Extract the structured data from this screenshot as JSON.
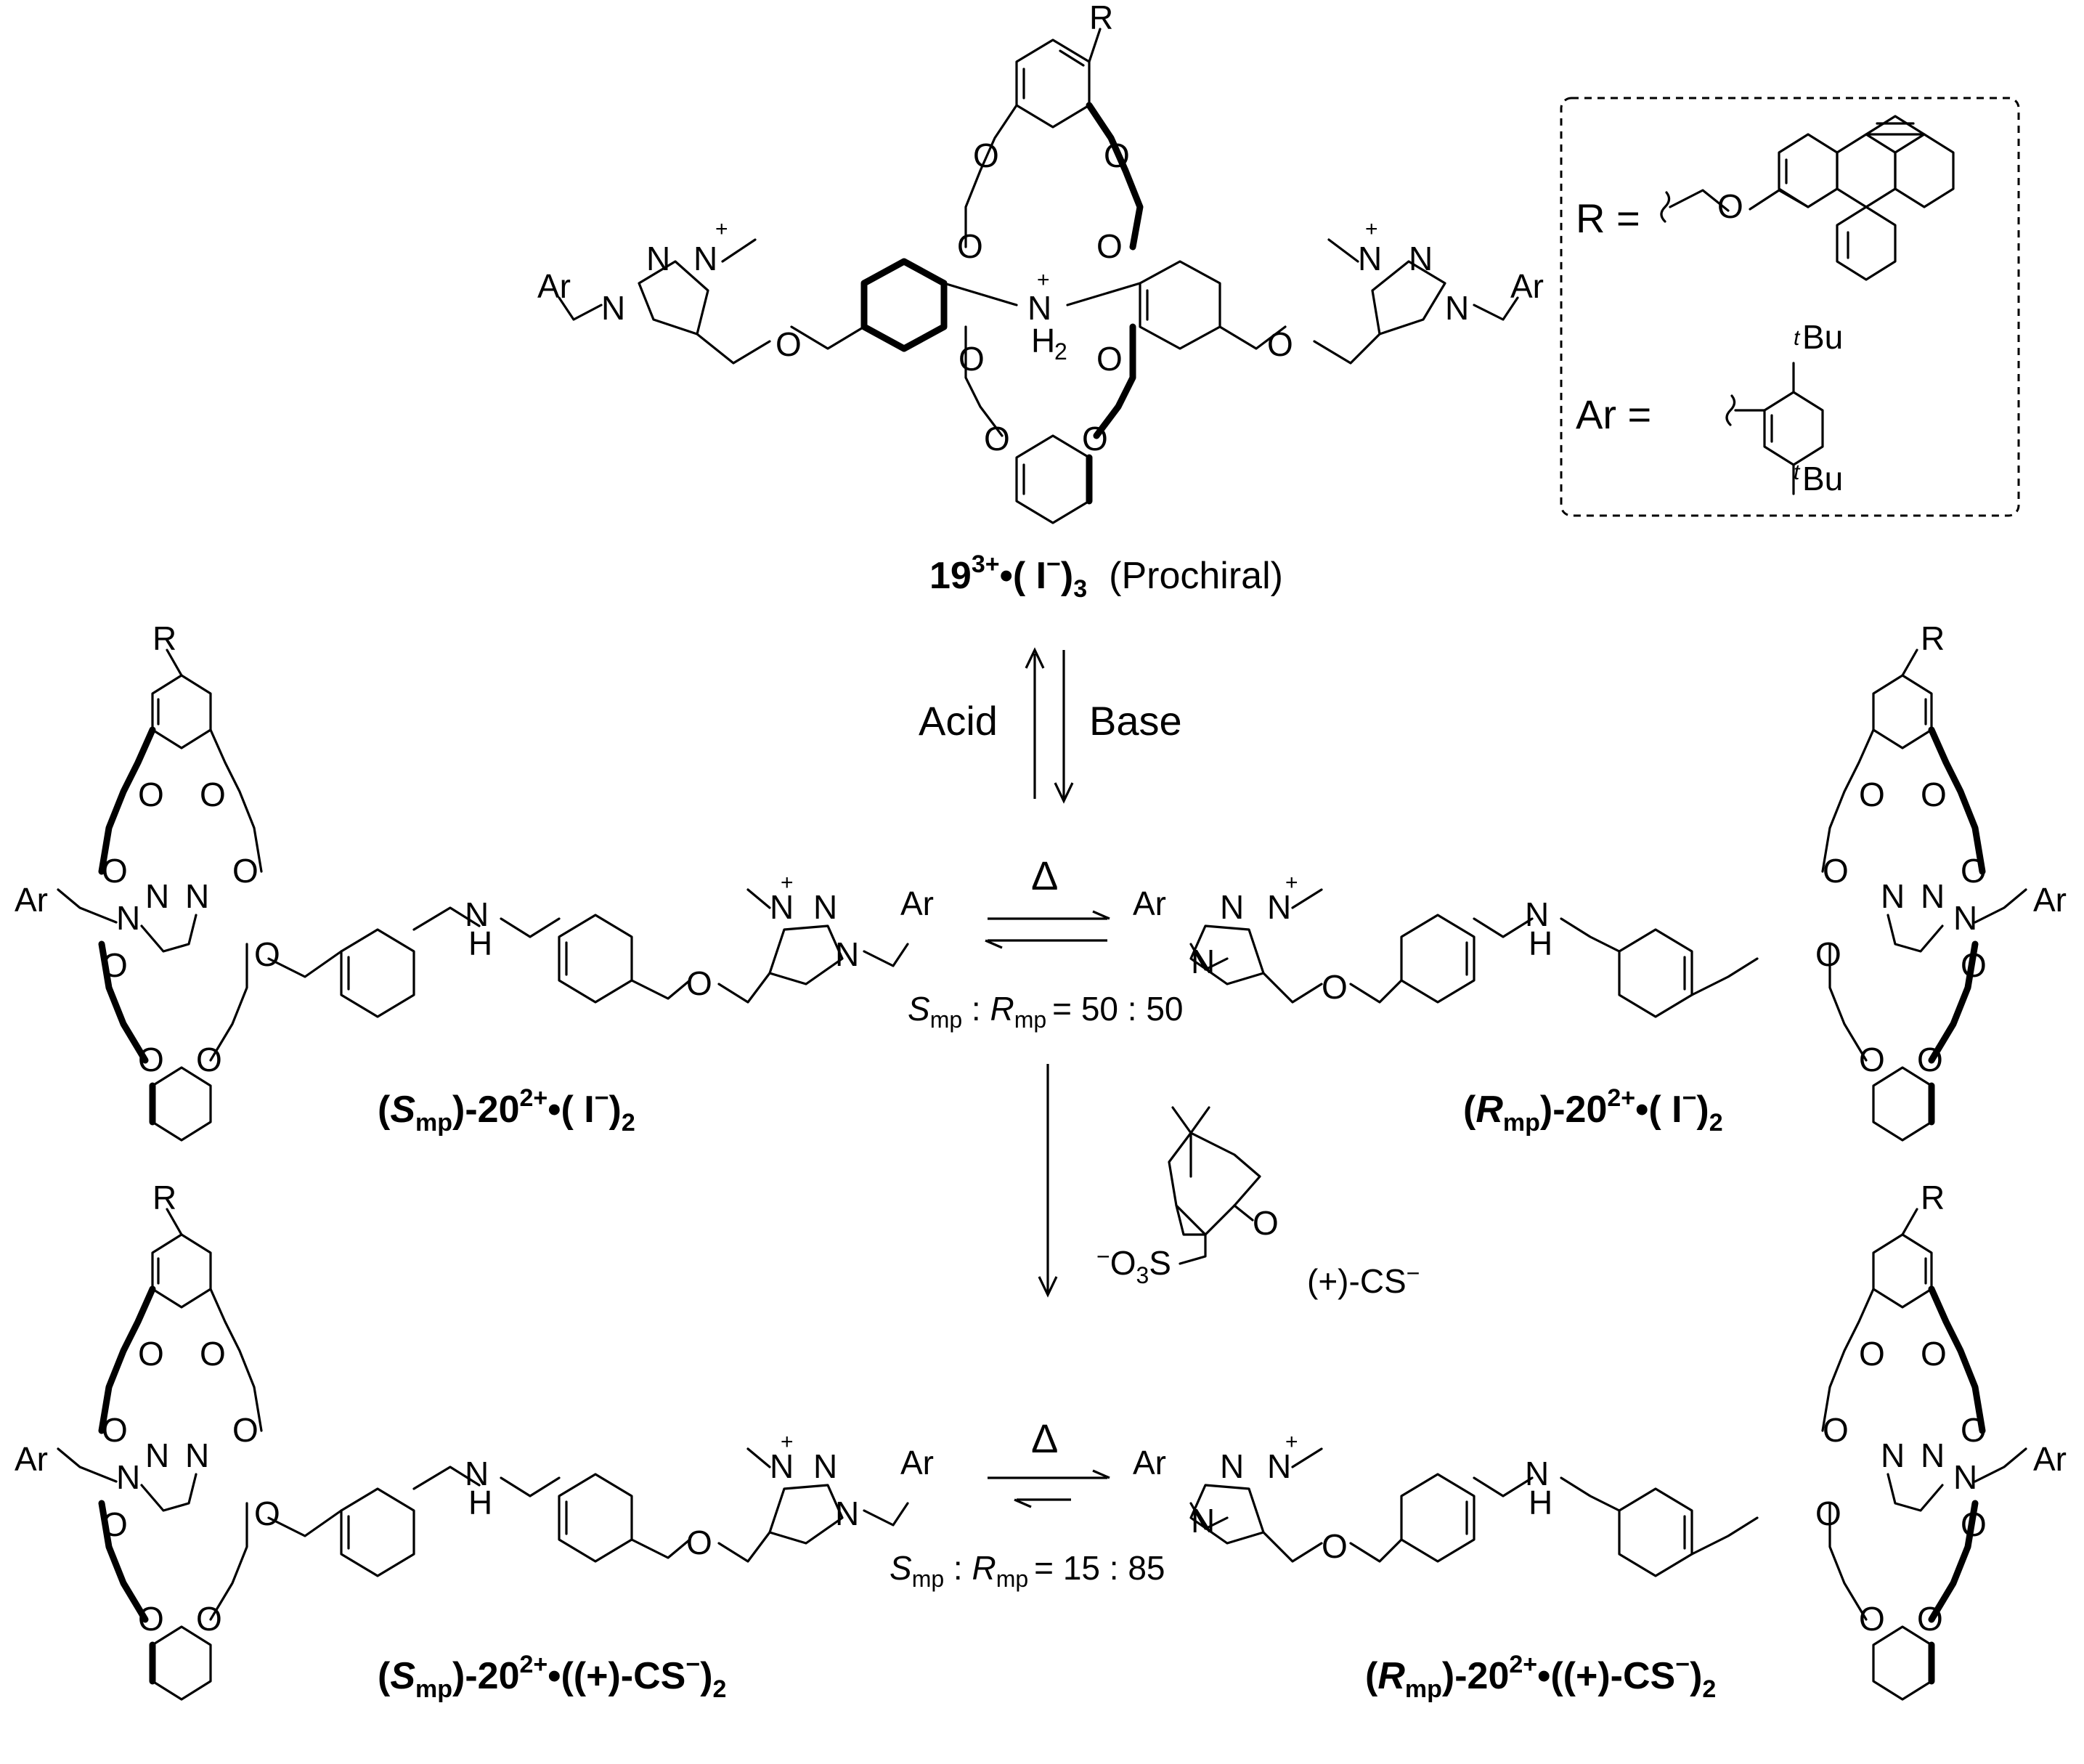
{
  "legend": {
    "r_label": "R =",
    "ar_label": "Ar =",
    "tbu": "Bu",
    "tbu_prefix": "t"
  },
  "atoms": {
    "R": "R",
    "Ar": "Ar",
    "O": "O",
    "N": "N",
    "NH": "NH",
    "H": "H",
    "H2": "H",
    "two": "2",
    "plus": "+",
    "S": "S",
    "O3": "O",
    "three": "3",
    "minus": "−"
  },
  "reagents": {
    "acid": "Acid",
    "base": "Base",
    "delta": "Δ",
    "cs_label": "(+)-CS"
  },
  "compounds": {
    "c19": {
      "num": "19",
      "charge": "3+",
      "anion": "•( I",
      "sub": "3",
      "note": "(Prochiral)"
    },
    "s20_iodide": {
      "stereo": "S",
      "sub": "mp",
      "num": "-20",
      "charge": "2+",
      "anion": "•( I",
      "count": "2"
    },
    "r20_iodide": {
      "stereo": "R",
      "sub": "mp",
      "num": "-20",
      "charge": "2+",
      "anion": "•( I",
      "count": "2"
    },
    "s20_cs": {
      "stereo": "S",
      "sub": "mp",
      "num": "-20",
      "charge": "2+",
      "anion": "•((+)-CS",
      "count": "2"
    },
    "r20_cs": {
      "stereo": "R",
      "sub": "mp",
      "num": "-20",
      "charge": "2+",
      "anion": "•((+)-CS",
      "count": "2"
    }
  },
  "ratios": {
    "iodide": {
      "s": "S",
      "r": "R",
      "sub": "mp",
      "values": "= 50 : 50"
    },
    "cs": {
      "s": "S",
      "r": "R",
      "sub": "mp",
      "values": "= 15 : 85"
    }
  }
}
